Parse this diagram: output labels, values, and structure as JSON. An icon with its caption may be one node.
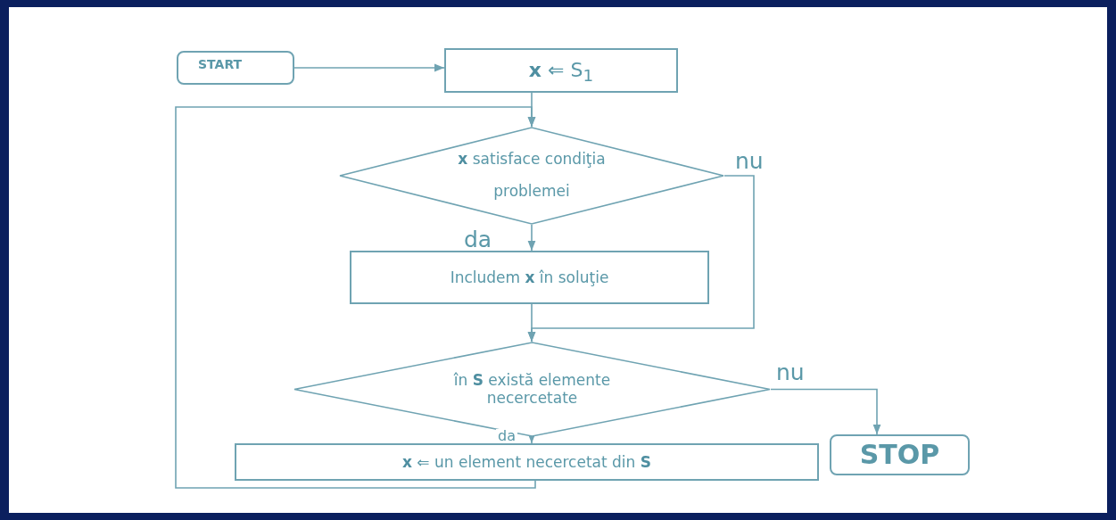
{
  "diagram": {
    "nodes": [
      {
        "text": [
          "START"
        ]
      },
      {
        "text": [
          "**x** ⇐ S$_{1}$"
        ]
      },
      {
        "text": [
          "**x** satisface condiţia problemei"
        ]
      },
      {
        "text": [
          "Includem **x** în soluţie"
        ]
      },
      {
        "text": [
          "în **S** există elemente necercetate"
        ]
      },
      {
        "text": [
          "**x** ⇐ un element necercetat din **S**"
        ]
      },
      {
        "text": [
          "STOP"
        ]
      }
    ],
    "edges": [
      {
        "from": 0,
        "to": 1,
        "arrow": "to"
      },
      {
        "from": 1,
        "to": 2,
        "arrow": "to"
      },
      {
        "from": 2,
        "to": 3,
        "arrow": "to",
        "label": "da"
      },
      {
        "from": 2,
        "to": 4,
        "arrow": "to",
        "label": "nu"
      },
      {
        "from": 3,
        "to": 4,
        "arrow": "to"
      },
      {
        "from": 4,
        "to": 6,
        "arrow": "to",
        "label": "nu"
      },
      {
        "from": 4,
        "to": 5,
        "arrow": "to",
        "label": "da"
      },
      {
        "from": 5,
        "to": 2,
        "arrow": "to"
      }
    ]
  }
}
